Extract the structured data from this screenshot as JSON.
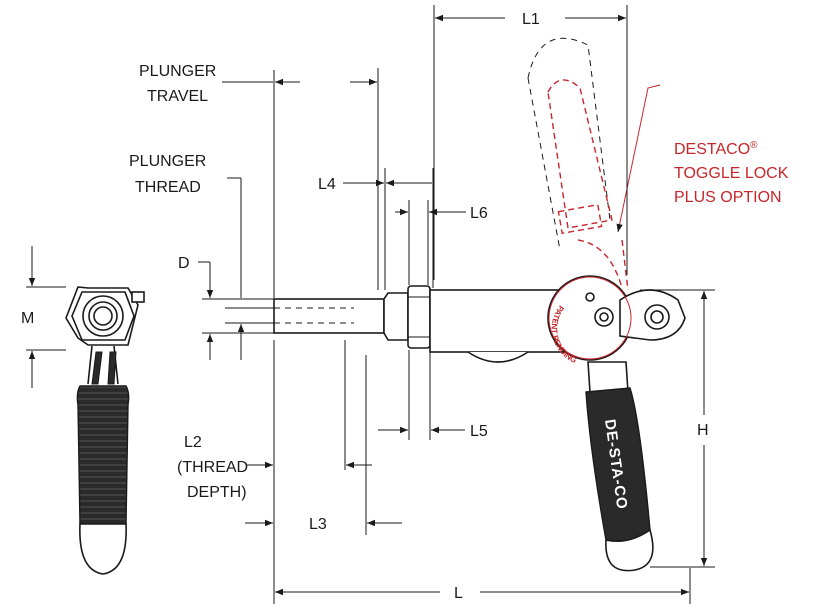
{
  "labels": {
    "plunger_travel": [
      "PLUNGER",
      "TRAVEL"
    ],
    "plunger_thread": [
      "PLUNGER",
      "THREAD"
    ],
    "d": "D",
    "m": "M",
    "l": "L",
    "l1": "L1",
    "l2": [
      "L2",
      "(THREAD",
      "DEPTH)"
    ],
    "l3": "L3",
    "l4": "L4",
    "l5": "L5",
    "l6": "L6",
    "h": "H"
  },
  "callout": {
    "line1": "DESTACO",
    "reg": "®",
    "line2": "TOGGLE LOCK",
    "line3": "PLUS OPTION",
    "color": "#c8262b"
  },
  "stamp_text": "PATENT PENDING",
  "handle_text": "DE-STA-CO",
  "colors": {
    "ink": "#1a1a1a",
    "accent": "#c8262b",
    "grip": "#2a2a2a"
  }
}
